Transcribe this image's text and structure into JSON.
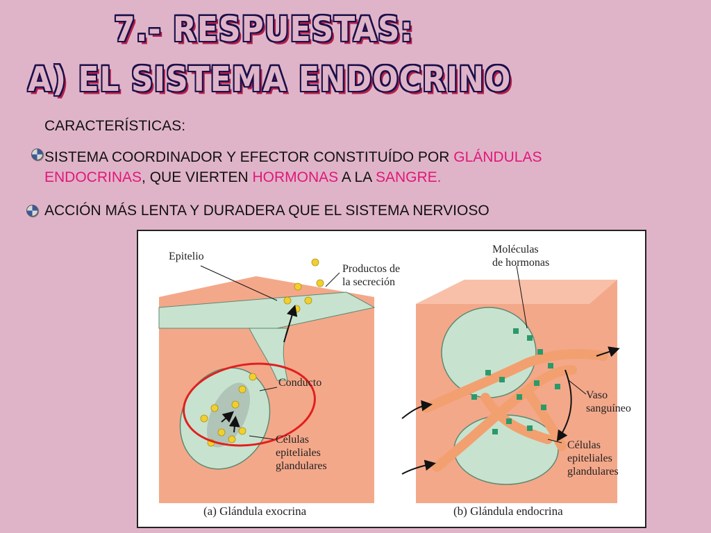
{
  "title": {
    "line1": "7.- RESPUESTAS:",
    "line2": "A) EL SISTEMA ENDOCRINO"
  },
  "content": {
    "heading": "CARACTERÍSTICAS:",
    "bullet1": {
      "part1": "SISTEMA COORDINADOR Y EFECTOR CONSTITUÍDO POR ",
      "hl1": "GLÁNDULAS",
      "hl2": "ENDOCRINAS",
      "part2": ", QUE VIERTEN ",
      "hl3": "HORMONAS",
      "part3": " A LA ",
      "hl4": "SANGRE."
    },
    "bullet2": "ACCIÓN MÁS LENTA Y DURADERA QUE EL SISTEMA NERVIOSO",
    "highlight_color": "#e0177a"
  },
  "figure": {
    "labels": {
      "epitelio": "Epitelio",
      "productos1": "Productos de",
      "productos2": "la secreción",
      "conducto": "Conducto",
      "celulas_a1": "Células",
      "celulas_a2": "epiteliales",
      "celulas_a3": "glandulares",
      "moleculas1": "Moléculas",
      "moleculas2": "de hormonas",
      "vaso1": "Vaso",
      "vaso2": "sanguíneo",
      "celulas_b1": "Células",
      "celulas_b2": "epiteliales",
      "celulas_b3": "glandulares"
    },
    "caption_a": "(a) Glándula exocrina",
    "caption_b": "(b) Glándula endocrina"
  }
}
